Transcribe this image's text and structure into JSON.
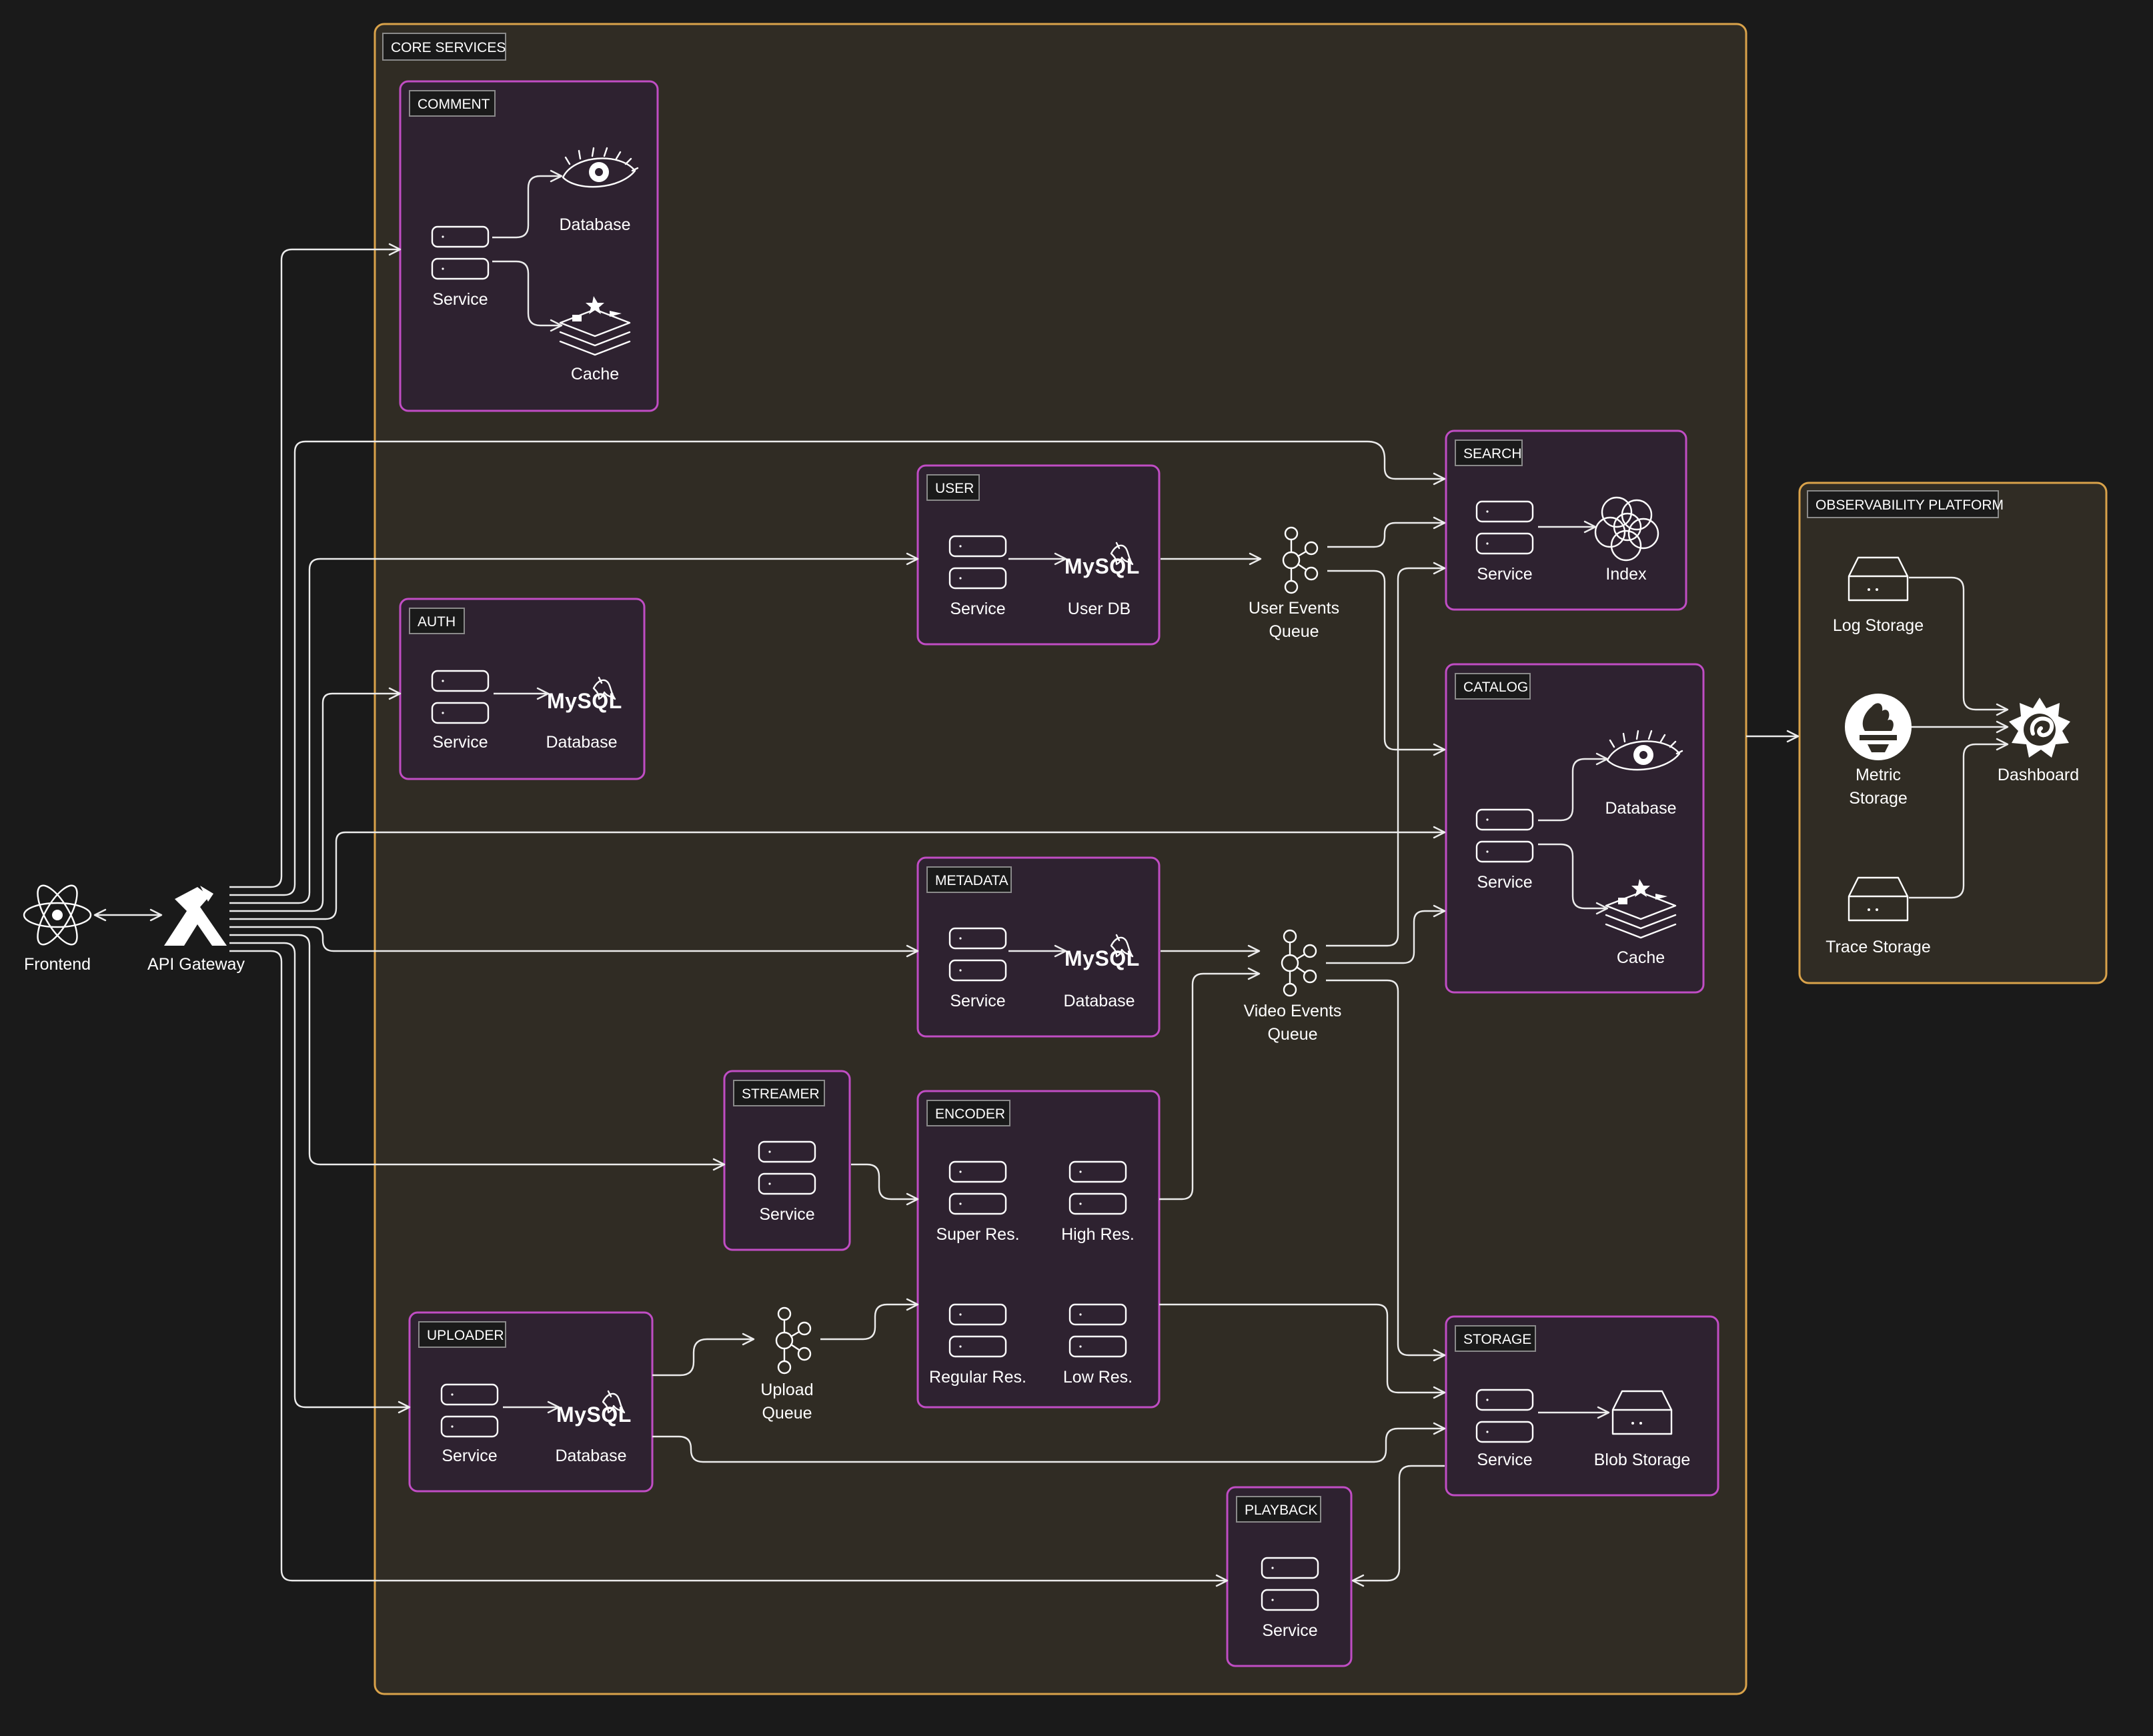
{
  "colors": {
    "background": "#1a1a1a",
    "core_group_fill": "#302c24",
    "core_group_stroke": "#d9a24a",
    "service_group_fill": "#2e2230",
    "service_group_stroke": "#c04dc4",
    "connector": "#ececec"
  },
  "groups": {
    "core": "CORE SERVICES",
    "observability": "OBSERVABILITY PLATFORM",
    "comment": "COMMENT",
    "user": "USER",
    "auth": "AUTH",
    "search": "SEARCH",
    "catalog": "CATALOG",
    "metadata": "METADATA",
    "streamer": "STREAMER",
    "encoder": "ENCODER",
    "uploader": "UPLOADER",
    "storage": "STORAGE",
    "playback": "PLAYBACK"
  },
  "nodes": {
    "frontend": "Frontend",
    "api_gateway": "API Gateway",
    "comment_service": "Service",
    "comment_db": "Database",
    "comment_cache": "Cache",
    "user_service": "Service",
    "user_db": "User DB",
    "user_events_queue": [
      "User Events",
      "Queue"
    ],
    "auth_service": "Service",
    "auth_db": "Database",
    "search_service": "Service",
    "search_index": "Index",
    "catalog_service": "Service",
    "catalog_db": "Database",
    "catalog_cache": "Cache",
    "metadata_service": "Service",
    "metadata_db": "Database",
    "video_events_queue": [
      "Video Events",
      "Queue"
    ],
    "streamer_service": "Service",
    "encoder_super": "Super Res.",
    "encoder_high": "High Res.",
    "encoder_regular": "Regular Res.",
    "encoder_low": "Low Res.",
    "uploader_service": "Service",
    "uploader_db": "Database",
    "upload_queue": [
      "Upload",
      "Queue"
    ],
    "storage_service": "Service",
    "blob_storage": "Blob Storage",
    "playback_service": "Service",
    "log_storage": "Log Storage",
    "metric_storage": [
      "Metric",
      "Storage"
    ],
    "trace_storage": "Trace Storage",
    "dashboard": "Dashboard"
  },
  "icons": {
    "mysql_text": "MySQL",
    "frontend": "react-icon",
    "api_gateway": "gateway-icon",
    "service": "server-stack-icon",
    "comment_db": "eye-database-icon",
    "catalog_db": "eye-database-icon",
    "cache": "layered-cache-icon",
    "user_db": "mysql-icon",
    "auth_db": "mysql-icon",
    "metadata_db": "mysql-icon",
    "uploader_db": "mysql-icon",
    "queue": "kafka-icon",
    "search_index": "cluster-index-icon",
    "blob_storage": "storage-box-icon",
    "log_storage": "storage-box-icon",
    "trace_storage": "storage-box-icon",
    "metric_storage": "torch-icon",
    "dashboard": "gear-swirl-icon"
  }
}
